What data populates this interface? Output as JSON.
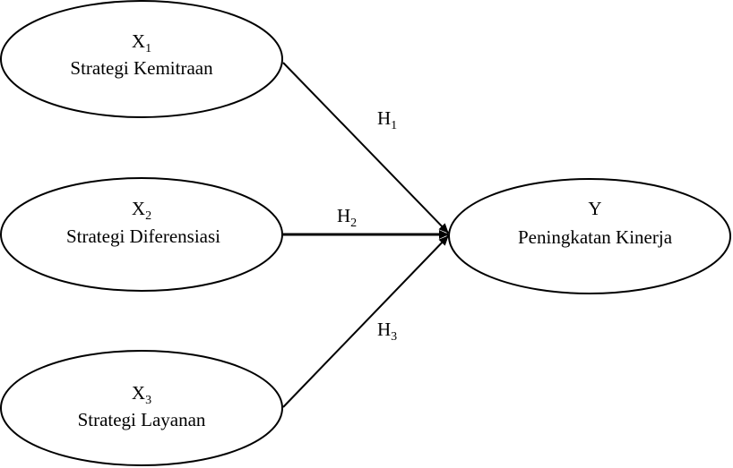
{
  "diagram": {
    "type": "path-diagram",
    "nodes": {
      "x1": {
        "symbol": "X",
        "subscript": "1",
        "label": "Strategi Kemitraan"
      },
      "x2": {
        "symbol": "X",
        "subscript": "2",
        "label": "Strategi Diferensiasi"
      },
      "x3": {
        "symbol": "X",
        "subscript": "3",
        "label": "Strategi Layanan"
      },
      "y": {
        "symbol": "Y",
        "subscript": "",
        "label": "Peningkatan Kinerja"
      }
    },
    "edges": [
      {
        "from": "x1",
        "to": "y",
        "label": "H",
        "subscript": "1"
      },
      {
        "from": "x2",
        "to": "y",
        "label": "H",
        "subscript": "2"
      },
      {
        "from": "x3",
        "to": "y",
        "label": "H",
        "subscript": "3"
      }
    ],
    "colors": {
      "stroke": "#000000",
      "background": "#ffffff"
    }
  }
}
